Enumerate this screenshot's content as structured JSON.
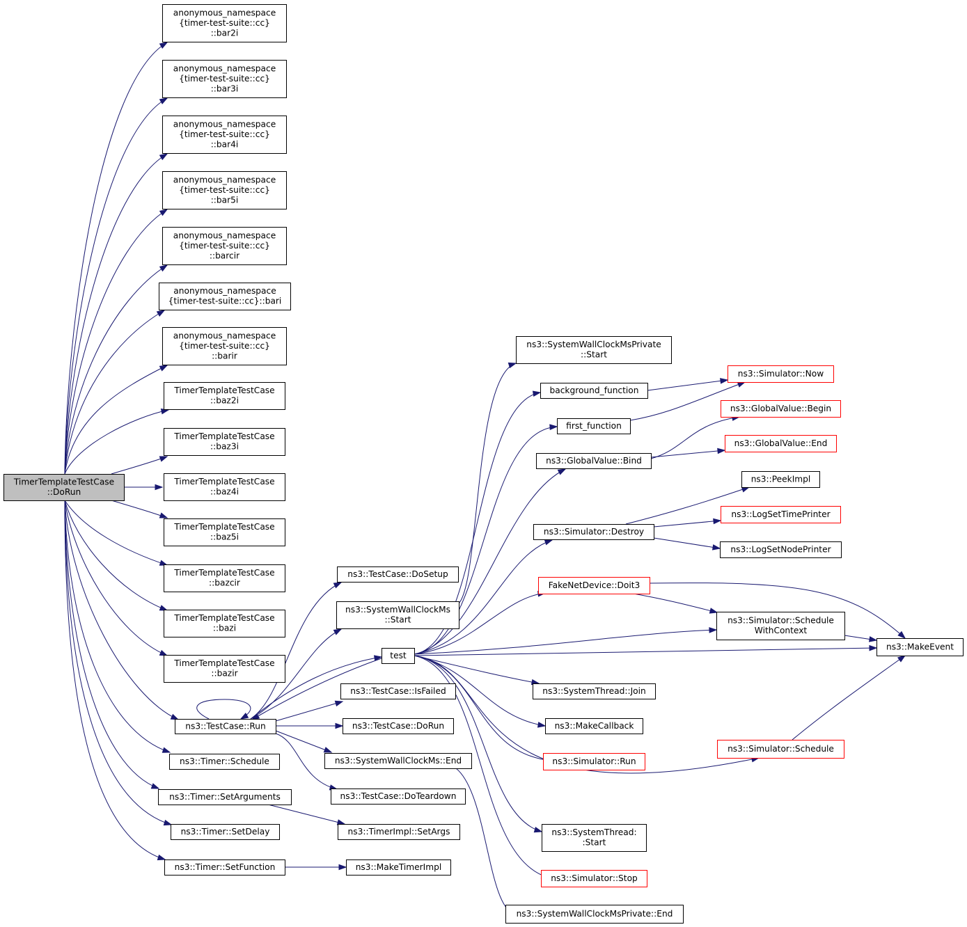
{
  "diagram": {
    "colors": {
      "edge": "#191970",
      "node_border": "#000000",
      "node_border_truncated": "#ff0000",
      "root_fill": "#bfbfbf",
      "node_fill": "#ffffff"
    },
    "nodes": [
      {
        "id": "root",
        "lines": [
          "TimerTemplateTestCase",
          "::DoRun"
        ],
        "style": "root"
      },
      {
        "id": "bar2i",
        "lines": [
          "anonymous_namespace",
          "{timer-test-suite::cc}",
          "::bar2i"
        ],
        "style": "normal"
      },
      {
        "id": "bar3i",
        "lines": [
          "anonymous_namespace",
          "{timer-test-suite::cc}",
          "::bar3i"
        ],
        "style": "normal"
      },
      {
        "id": "bar4i",
        "lines": [
          "anonymous_namespace",
          "{timer-test-suite::cc}",
          "::bar4i"
        ],
        "style": "normal"
      },
      {
        "id": "bar5i",
        "lines": [
          "anonymous_namespace",
          "{timer-test-suite::cc}",
          "::bar5i"
        ],
        "style": "normal"
      },
      {
        "id": "barcir",
        "lines": [
          "anonymous_namespace",
          "{timer-test-suite::cc}",
          "::barcir"
        ],
        "style": "normal"
      },
      {
        "id": "bari",
        "lines": [
          "anonymous_namespace",
          "{timer-test-suite::cc}::bari"
        ],
        "style": "normal"
      },
      {
        "id": "barir",
        "lines": [
          "anonymous_namespace",
          "{timer-test-suite::cc}",
          "::barir"
        ],
        "style": "normal"
      },
      {
        "id": "baz2i",
        "lines": [
          "TimerTemplateTestCase",
          "::baz2i"
        ],
        "style": "normal"
      },
      {
        "id": "baz3i",
        "lines": [
          "TimerTemplateTestCase",
          "::baz3i"
        ],
        "style": "normal"
      },
      {
        "id": "baz4i",
        "lines": [
          "TimerTemplateTestCase",
          "::baz4i"
        ],
        "style": "normal"
      },
      {
        "id": "baz5i",
        "lines": [
          "TimerTemplateTestCase",
          "::baz5i"
        ],
        "style": "normal"
      },
      {
        "id": "bazcir",
        "lines": [
          "TimerTemplateTestCase",
          "::bazcir"
        ],
        "style": "normal"
      },
      {
        "id": "bazi",
        "lines": [
          "TimerTemplateTestCase",
          "::bazi"
        ],
        "style": "normal"
      },
      {
        "id": "bazir",
        "lines": [
          "TimerTemplateTestCase",
          "::bazir"
        ],
        "style": "normal"
      },
      {
        "id": "tcrun",
        "lines": [
          "ns3::TestCase::Run"
        ],
        "style": "normal"
      },
      {
        "id": "tschedule",
        "lines": [
          "ns3::Timer::Schedule"
        ],
        "style": "normal"
      },
      {
        "id": "tsetargs",
        "lines": [
          "ns3::Timer::SetArguments"
        ],
        "style": "normal"
      },
      {
        "id": "tsetdelay",
        "lines": [
          "ns3::Timer::SetDelay"
        ],
        "style": "normal"
      },
      {
        "id": "tsetfunc",
        "lines": [
          "ns3::Timer::SetFunction"
        ],
        "style": "normal"
      },
      {
        "id": "tcdosetup",
        "lines": [
          "ns3::TestCase::DoSetup"
        ],
        "style": "normal"
      },
      {
        "id": "swcstart",
        "lines": [
          "ns3::SystemWallClockMs",
          "::Start"
        ],
        "style": "normal"
      },
      {
        "id": "test",
        "lines": [
          "test"
        ],
        "style": "normal"
      },
      {
        "id": "tcisfailed",
        "lines": [
          "ns3::TestCase::IsFailed"
        ],
        "style": "normal"
      },
      {
        "id": "tcdorun",
        "lines": [
          "ns3::TestCase::DoRun"
        ],
        "style": "normal"
      },
      {
        "id": "swcend",
        "lines": [
          "ns3::SystemWallClockMs::End"
        ],
        "style": "normal"
      },
      {
        "id": "tcdoteardown",
        "lines": [
          "ns3::TestCase::DoTeardown"
        ],
        "style": "normal"
      },
      {
        "id": "tisetargs",
        "lines": [
          "ns3::TimerImpl::SetArgs"
        ],
        "style": "normal"
      },
      {
        "id": "maketimerimpl",
        "lines": [
          "ns3::MakeTimerImpl"
        ],
        "style": "normal"
      },
      {
        "id": "swcpstart",
        "lines": [
          "ns3::SystemWallClockMsPrivate",
          "::Start"
        ],
        "style": "normal"
      },
      {
        "id": "bgfunc",
        "lines": [
          "background_function"
        ],
        "style": "normal"
      },
      {
        "id": "firstfunc",
        "lines": [
          "first_function"
        ],
        "style": "normal"
      },
      {
        "id": "gvbind",
        "lines": [
          "ns3::GlobalValue::Bind"
        ],
        "style": "normal"
      },
      {
        "id": "simdestroy",
        "lines": [
          "ns3::Simulator::Destroy"
        ],
        "style": "normal"
      },
      {
        "id": "doit3",
        "lines": [
          "FakeNetDevice::Doit3"
        ],
        "style": "truncated"
      },
      {
        "id": "stjoin",
        "lines": [
          "ns3::SystemThread::Join"
        ],
        "style": "normal"
      },
      {
        "id": "makecallback",
        "lines": [
          "ns3::MakeCallback"
        ],
        "style": "normal"
      },
      {
        "id": "simrun",
        "lines": [
          "ns3::Simulator::Run"
        ],
        "style": "truncated"
      },
      {
        "id": "ststart",
        "lines": [
          "ns3::SystemThread:",
          ":Start"
        ],
        "style": "normal"
      },
      {
        "id": "simstop",
        "lines": [
          "ns3::Simulator::Stop"
        ],
        "style": "truncated"
      },
      {
        "id": "swcpend",
        "lines": [
          "ns3::SystemWallClockMsPrivate::End"
        ],
        "style": "normal"
      },
      {
        "id": "simnow",
        "lines": [
          "ns3::Simulator::Now"
        ],
        "style": "truncated"
      },
      {
        "id": "gvbegin",
        "lines": [
          "ns3::GlobalValue::Begin"
        ],
        "style": "truncated"
      },
      {
        "id": "gvend",
        "lines": [
          "ns3::GlobalValue::End"
        ],
        "style": "truncated"
      },
      {
        "id": "peekimpl",
        "lines": [
          "ns3::PeekImpl"
        ],
        "style": "normal"
      },
      {
        "id": "logsettime",
        "lines": [
          "ns3::LogSetTimePrinter"
        ],
        "style": "truncated"
      },
      {
        "id": "logsetnode",
        "lines": [
          "ns3::LogSetNodePrinter"
        ],
        "style": "normal"
      },
      {
        "id": "schedctx",
        "lines": [
          "ns3::Simulator::Schedule",
          "WithContext"
        ],
        "style": "normal"
      },
      {
        "id": "makeevent",
        "lines": [
          "ns3::MakeEvent"
        ],
        "style": "normal"
      },
      {
        "id": "simschedule",
        "lines": [
          "ns3::Simulator::Schedule"
        ],
        "style": "truncated"
      }
    ],
    "edges": [
      {
        "from": "root",
        "to": "bar2i"
      },
      {
        "from": "root",
        "to": "bar3i"
      },
      {
        "from": "root",
        "to": "bar4i"
      },
      {
        "from": "root",
        "to": "bar5i"
      },
      {
        "from": "root",
        "to": "barcir"
      },
      {
        "from": "root",
        "to": "bari"
      },
      {
        "from": "root",
        "to": "barir"
      },
      {
        "from": "root",
        "to": "baz2i"
      },
      {
        "from": "root",
        "to": "baz3i"
      },
      {
        "from": "root",
        "to": "baz4i"
      },
      {
        "from": "root",
        "to": "baz5i"
      },
      {
        "from": "root",
        "to": "bazcir"
      },
      {
        "from": "root",
        "to": "bazi"
      },
      {
        "from": "root",
        "to": "bazir"
      },
      {
        "from": "root",
        "to": "tcrun"
      },
      {
        "from": "root",
        "to": "tschedule"
      },
      {
        "from": "root",
        "to": "tsetargs"
      },
      {
        "from": "root",
        "to": "tsetdelay"
      },
      {
        "from": "root",
        "to": "tsetfunc"
      },
      {
        "from": "tcrun",
        "to": "tcrun"
      },
      {
        "from": "tcrun",
        "to": "tcdosetup"
      },
      {
        "from": "tcrun",
        "to": "swcstart"
      },
      {
        "from": "tcrun",
        "to": "test"
      },
      {
        "from": "tcrun",
        "to": "tcisfailed"
      },
      {
        "from": "tcrun",
        "to": "tcdorun"
      },
      {
        "from": "tcrun",
        "to": "swcend"
      },
      {
        "from": "tcrun",
        "to": "tcdoteardown"
      },
      {
        "from": "tsetargs",
        "to": "tisetargs"
      },
      {
        "from": "tsetfunc",
        "to": "maketimerimpl"
      },
      {
        "from": "swcstart",
        "to": "swcpstart"
      },
      {
        "from": "swcend",
        "to": "swcpend"
      },
      {
        "from": "test",
        "to": "tcrun"
      },
      {
        "from": "test",
        "to": "bgfunc"
      },
      {
        "from": "test",
        "to": "firstfunc"
      },
      {
        "from": "test",
        "to": "gvbind"
      },
      {
        "from": "test",
        "to": "simdestroy"
      },
      {
        "from": "test",
        "to": "doit3"
      },
      {
        "from": "test",
        "to": "schedctx"
      },
      {
        "from": "test",
        "to": "makeevent"
      },
      {
        "from": "test",
        "to": "stjoin"
      },
      {
        "from": "test",
        "to": "makecallback"
      },
      {
        "from": "test",
        "to": "simrun"
      },
      {
        "from": "test",
        "to": "simschedule"
      },
      {
        "from": "test",
        "to": "ststart"
      },
      {
        "from": "test",
        "to": "simstop"
      },
      {
        "from": "bgfunc",
        "to": "simnow"
      },
      {
        "from": "firstfunc",
        "to": "simnow"
      },
      {
        "from": "gvbind",
        "to": "gvbegin"
      },
      {
        "from": "gvbind",
        "to": "gvend"
      },
      {
        "from": "simdestroy",
        "to": "peekimpl"
      },
      {
        "from": "simdestroy",
        "to": "logsettime"
      },
      {
        "from": "simdestroy",
        "to": "logsetnode"
      },
      {
        "from": "doit3",
        "to": "schedctx"
      },
      {
        "from": "doit3",
        "to": "makeevent"
      },
      {
        "from": "schedctx",
        "to": "makeevent"
      },
      {
        "from": "simschedule",
        "to": "makeevent"
      }
    ]
  }
}
